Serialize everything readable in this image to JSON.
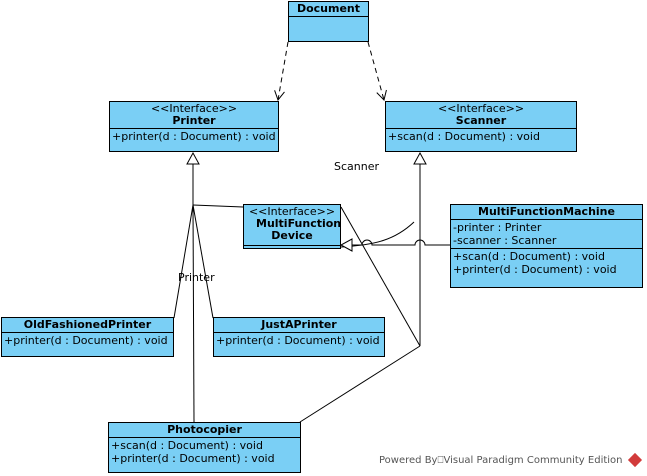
{
  "classes": {
    "document": {
      "name": "Document"
    },
    "printer": {
      "stereotype": "<<Interface>>",
      "name": "Printer",
      "operations": [
        "+printer(d : Document) : void"
      ]
    },
    "scanner": {
      "stereotype": "<<Interface>>",
      "name": "Scanner",
      "operations": [
        "+scan(d : Document) : void"
      ]
    },
    "mfd": {
      "stereotype": "<<Interface>>",
      "name": "MultiFunction Device"
    },
    "mfm": {
      "name": "MultiFunctionMachine",
      "attributes": [
        "-printer : Printer",
        "-scanner : Scanner"
      ],
      "operations": [
        "+scan(d : Document) : void",
        "+printer(d : Document) : void"
      ]
    },
    "oldfashioned": {
      "name": "OldFashionedPrinter",
      "operations": [
        "+printer(d : Document) : void"
      ]
    },
    "justaprinter": {
      "name": "JustAPrinter",
      "operations": [
        "+printer(d : Document) : void"
      ]
    },
    "photocopier": {
      "name": "Photocopier",
      "operations": [
        "+scan(d : Document) : void",
        "+printer(d : Document) : void"
      ]
    }
  },
  "labels": {
    "scanner_label": "Scanner",
    "printer_label": "Printer"
  },
  "watermark": "Powered By⎕Visual Paradigm Community Edition",
  "colors": {
    "class_fill": "#7acff5",
    "line": "#000000"
  }
}
